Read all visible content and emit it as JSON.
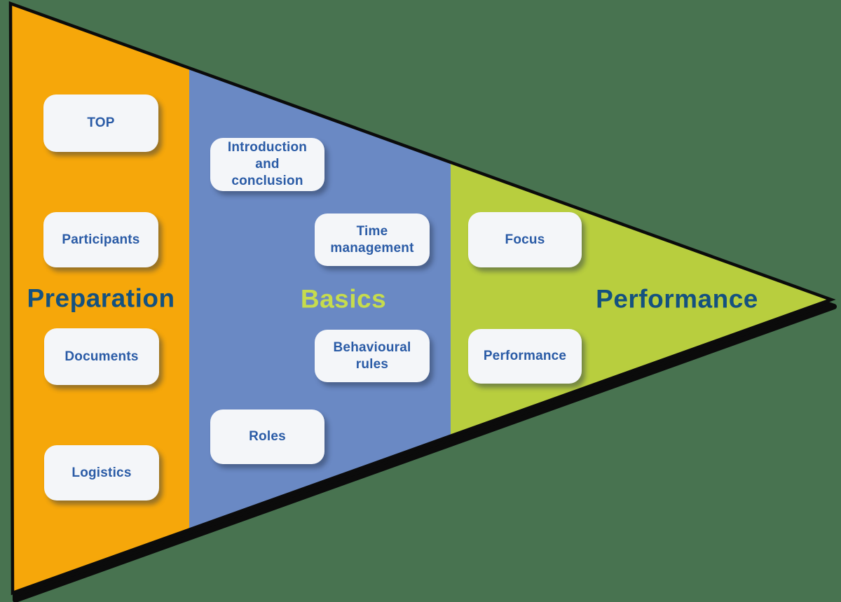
{
  "diagram": {
    "background_color": "#487350",
    "outline_color": "#0B0B0B",
    "card_style": {
      "background": "#F4F6F9",
      "text_color": "#2A5BA6"
    },
    "sections": [
      {
        "label": "Preparation",
        "fill": "#F6A70A",
        "label_color": "#14517F",
        "items": [
          "TOP",
          "Participants",
          "Documents",
          "Logistics"
        ]
      },
      {
        "label": "Basics",
        "fill": "#6A89C4",
        "label_color": "#C6DC4D",
        "items": [
          "Introduction and conclusion",
          "Time management",
          "Behavioural rules",
          "Roles"
        ]
      },
      {
        "label": "Performance",
        "fill": "#B8CE3E",
        "label_color": "#14517F",
        "items": [
          "Focus",
          "Performance"
        ]
      }
    ]
  }
}
